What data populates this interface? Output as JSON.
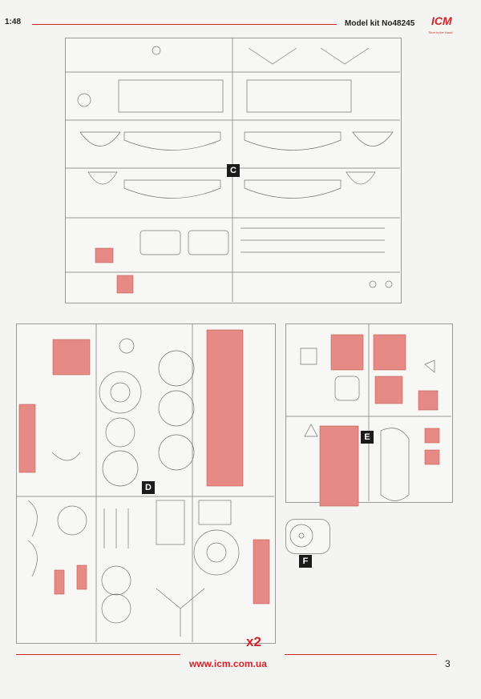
{
  "header": {
    "scale": "1:48",
    "kit_number": "Model kit No48245",
    "logo_text": "ICM",
    "logo_tagline": "Time in the Hand",
    "accent_color": "#d0242a"
  },
  "sprues": [
    {
      "letter": "C"
    },
    {
      "letter": "D"
    },
    {
      "letter": "E"
    },
    {
      "letter": "F"
    }
  ],
  "sprue_d_quantity": "x2",
  "highlight_color": "#e68a86",
  "footer": {
    "website": "www.icm.com.ua",
    "page_number": "3"
  }
}
